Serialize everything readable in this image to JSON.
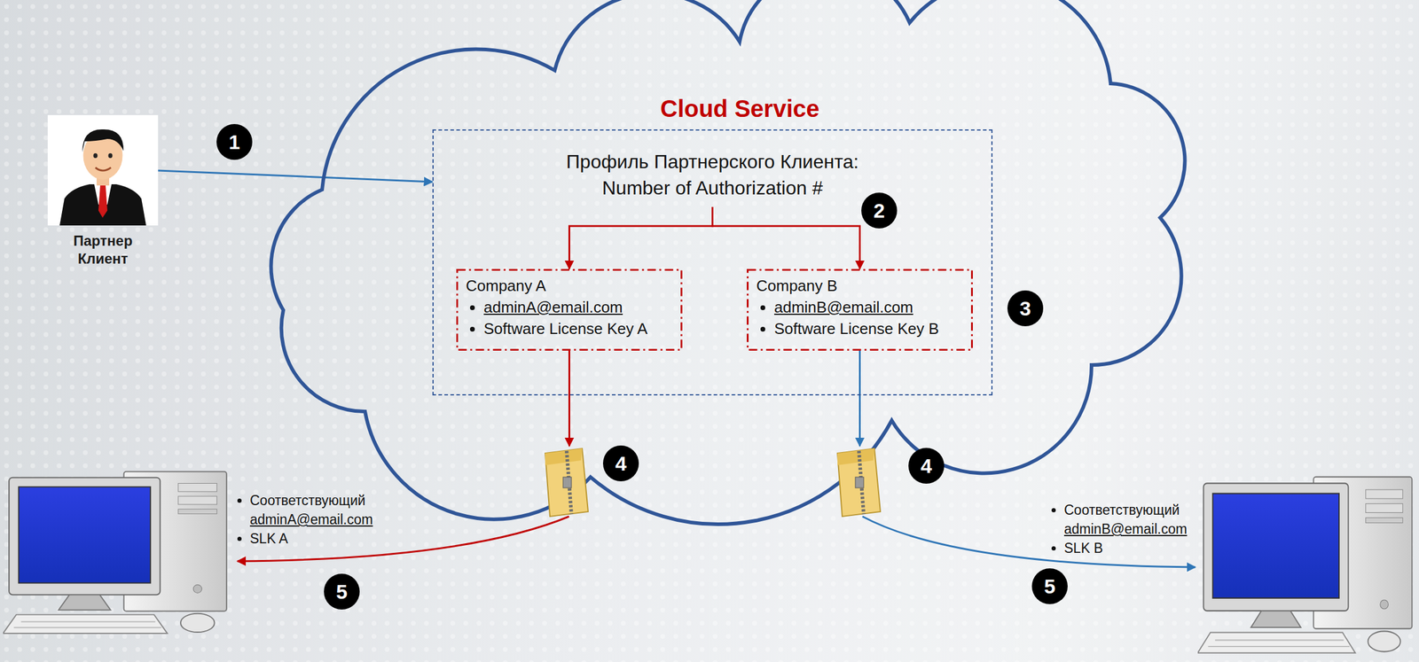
{
  "diagram": {
    "nodes": [
      {
        "text": [
          "Партнер Клиент"
        ]
      },
      {
        "text": [
          "Cloud Service"
        ]
      },
      {
        "text": [
          "Профиль Партнерского Клиента: Number of Authorization #"
        ],
        "in": 1
      },
      {
        "text": [
          "Company A",
          "adminA@email.com",
          "Software License Key A"
        ],
        "in": 2
      },
      {
        "text": [
          "Company B",
          "adminB@email.com",
          "Software License Key B"
        ],
        "in": 2
      },
      {
        "text": [
          "Соответствующий",
          "adminA@email.com",
          "SLK A"
        ]
      },
      {
        "text": [
          "Соответствующий",
          "adminB@email.com",
          "SLK B"
        ]
      }
    ],
    "edges": [
      {
        "from": 0,
        "to": 2,
        "arrow": "to"
      },
      {
        "from": 2,
        "to": 3,
        "arrow": "to"
      },
      {
        "from": 2,
        "to": 4,
        "arrow": "to"
      },
      {
        "from": 3,
        "to": 5,
        "arrow": "to"
      },
      {
        "from": 4,
        "to": 6,
        "arrow": "to"
      }
    ],
    "labels": [
      "1",
      "2",
      "3",
      "4",
      "4",
      "5",
      "5"
    ]
  }
}
